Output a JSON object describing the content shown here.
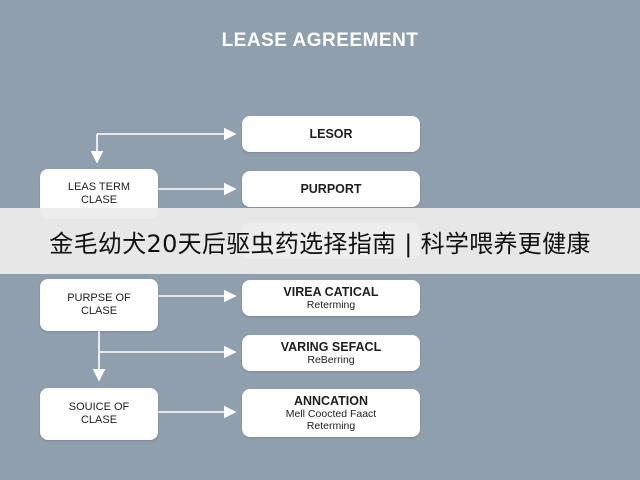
{
  "title": "LEASE AGREEMENT",
  "left_boxes": [
    {
      "lines": [
        "LEAS TERM",
        "CLASE"
      ]
    },
    {
      "lines": [
        "PURPSE OF",
        "CLASE"
      ]
    },
    {
      "lines": [
        "SOUICE OF",
        "CLASE"
      ]
    }
  ],
  "right_boxes": [
    {
      "lines": [
        "LESOR"
      ]
    },
    {
      "lines": [
        "PURPORT"
      ]
    },
    {
      "lines": [
        ""
      ]
    },
    {
      "lines": [
        "VIREA CATICAL",
        "Reterming"
      ]
    },
    {
      "lines": [
        "VARING SEFACL",
        "ReBerring"
      ]
    },
    {
      "lines": [
        "ANNCATION",
        "Mell Coocted Faact",
        "Reterming"
      ]
    }
  ],
  "banner": {
    "text": "金毛幼犬20天后驱虫药选择指南 | 科学喂养更健康"
  },
  "colors": {
    "background": "#909fae",
    "box": "#ffffff",
    "connector": "#ffffff",
    "banner": "#ececec"
  }
}
